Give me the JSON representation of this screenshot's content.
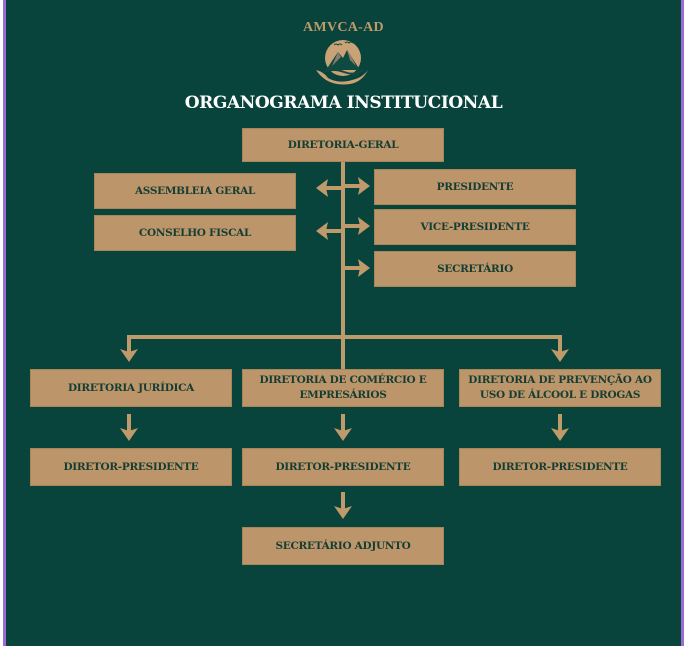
{
  "header": {
    "brand": "AMVCA-AD",
    "logo_icon": "hand-holding-mountain-sun-icon",
    "title": "ORGANOGRAMA INSTITUCIONAL"
  },
  "colors": {
    "background": "#08433c",
    "box_fill": "#bc966a",
    "box_text": "#163d33",
    "connector": "#bf9a6a",
    "title_text": "#ffffff",
    "frame": "#9b6bd6"
  },
  "org": {
    "root": "DIRETORIA-GERAL",
    "left_bodies": [
      "ASSEMBLEIA GERAL",
      "CONSELHO FISCAL"
    ],
    "executive": [
      "PRESIDENTE",
      "VICE-PRESIDENTE",
      "SECRETÁRIO"
    ],
    "directorates": [
      {
        "name": "DIRETORIA JURÍDICA",
        "children": [
          "DIRETOR-PRESIDENTE"
        ]
      },
      {
        "name": "DIRETORIA DE COMÉRCIO E EMPRESÁRIOS",
        "children": [
          "DIRETOR-PRESIDENTE",
          "SECRETÁRIO ADJUNTO"
        ]
      },
      {
        "name": "DIRETORIA DE PREVENÇÃO AO USO DE ÁLCOOL E DROGAS",
        "children": [
          "DIRETOR-PRESIDENTE"
        ]
      }
    ]
  }
}
